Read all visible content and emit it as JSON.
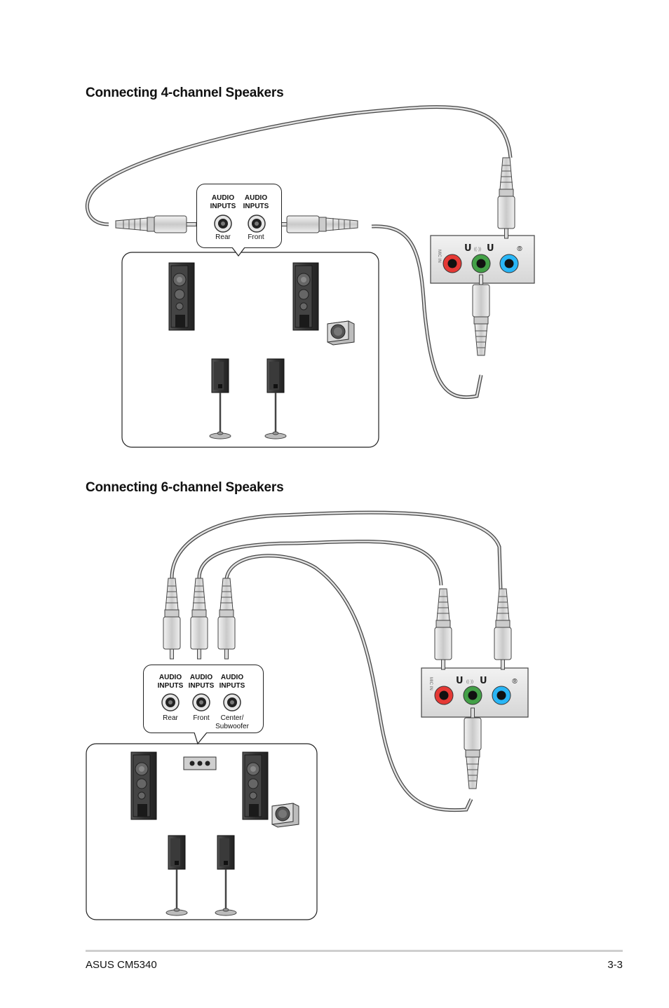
{
  "section1": {
    "title": "Connecting 4-channel Speakers",
    "jacks": [
      {
        "top": "AUDIO",
        "mid": "INPUTS",
        "bottom": "Rear"
      },
      {
        "top": "AUDIO",
        "mid": "INPUTS",
        "bottom": "Front"
      }
    ]
  },
  "section2": {
    "title": "Connecting 6-channel Speakers",
    "jacks": [
      {
        "top": "AUDIO",
        "mid": "INPUTS",
        "bottom": "Rear"
      },
      {
        "top": "AUDIO",
        "mid": "INPUTS",
        "bottom": "Front"
      },
      {
        "top": "AUDIO",
        "mid": "INPUTS",
        "bottom": "Center/",
        "bottom2": "Subwoofer"
      }
    ]
  },
  "panel_colors": {
    "red": "#e53935",
    "green": "#43a047",
    "blue": "#29b6f6"
  },
  "footer": {
    "left": "ASUS CM5340",
    "right": "3-3"
  }
}
